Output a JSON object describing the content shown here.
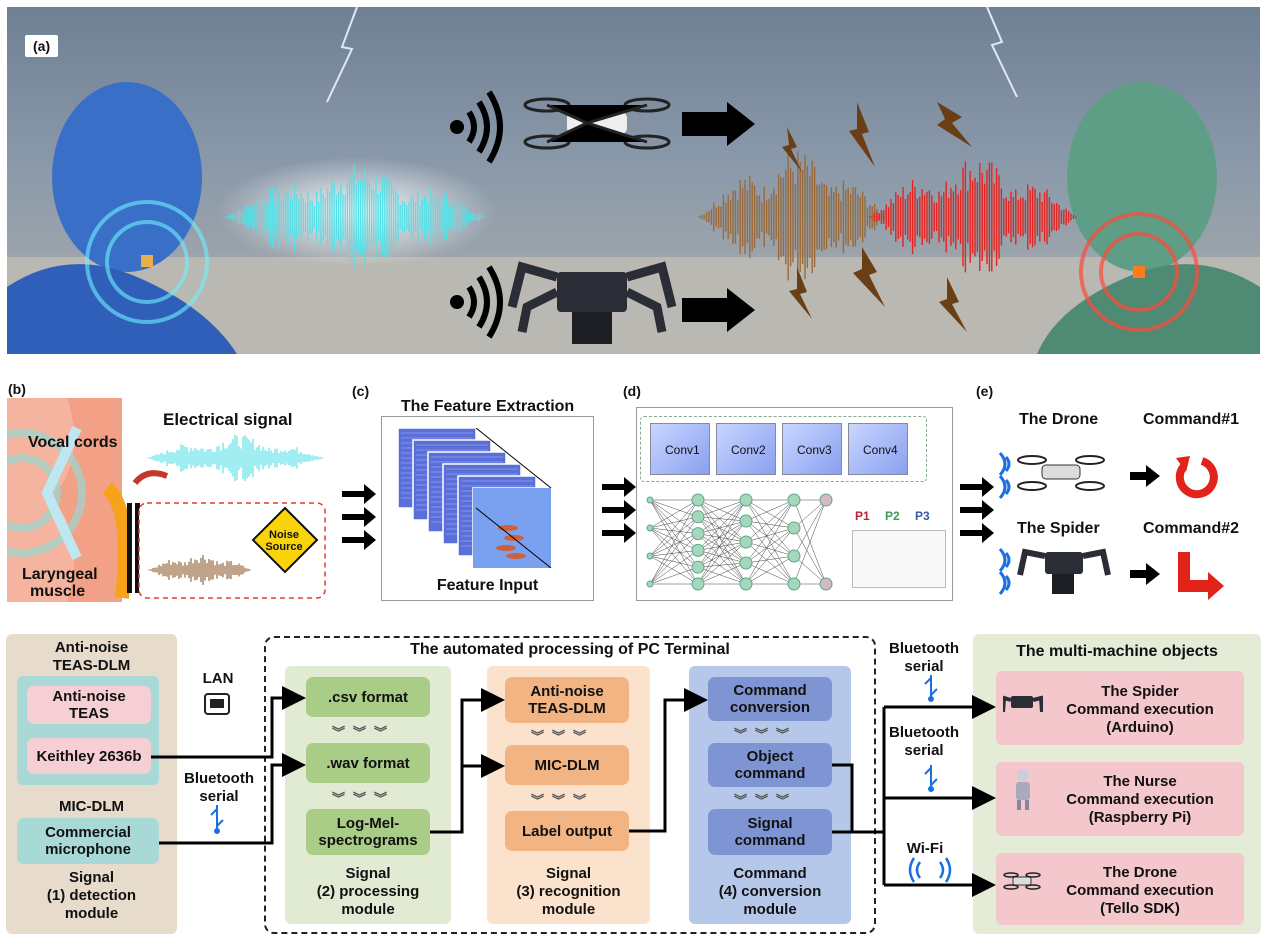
{
  "panel_a": {
    "tag": "(a)"
  },
  "panel_b": {
    "tag": "(b)",
    "title": "Electrical signal",
    "vocal": "Vocal cords",
    "muscle_1": "Laryngeal",
    "muscle_2": "muscle",
    "noise_1": "Noise",
    "noise_2": "Source"
  },
  "panel_c": {
    "tag": "(c)",
    "title": "The Feature Extraction",
    "caption": "Feature Input"
  },
  "panel_d": {
    "tag": "(d)",
    "convs": [
      "Conv1",
      "Conv2",
      "Conv3",
      "Conv4"
    ],
    "classes": [
      "P1",
      "P2",
      "P3"
    ]
  },
  "panel_e": {
    "tag": "(e)",
    "drone": "The Drone",
    "spider": "The Spider",
    "cmd1": "Command#1",
    "cmd2": "Command#2"
  },
  "pipeline": {
    "detection": {
      "top_1": "Anti-noise",
      "top_2": "TEAS-DLM",
      "teas_1": "Anti-noise",
      "teas_2": "TEAS",
      "keithley": "Keithley 2636b",
      "mic_title": "MIC-DLM",
      "mic_1": "Commercial",
      "mic_2": "microphone",
      "cap_1": "Signal",
      "cap_2": "(1)  detection",
      "cap_3": "module"
    },
    "lan": "LAN",
    "bt_left_1": "Bluetooth",
    "bt_left_2": "serial",
    "pc_title": "The automated processing of PC Terminal",
    "processing": {
      "csv": ".csv format",
      "wav": ".wav format",
      "lm_1": "Log-Mel-",
      "lm_2": "spectrograms",
      "cap_1": "Signal",
      "cap_2": "(2) processing",
      "cap_3": "module"
    },
    "recognition": {
      "teas_1": "Anti-noise",
      "teas_2": "TEAS-DLM",
      "mic": "MIC-DLM",
      "label": "Label output",
      "cap_1": "Signal",
      "cap_2": "(3) recognition",
      "cap_3": "module"
    },
    "conversion": {
      "cc_1": "Command",
      "cc_2": "conversion",
      "oc_1": "Object",
      "oc_2": "command",
      "sc_1": "Signal",
      "sc_2": "command",
      "cap_1": "Command",
      "cap_2": "(4)  conversion",
      "cap_3": "module"
    },
    "bt1_1": "Bluetooth",
    "bt1_2": "serial",
    "bt2_1": "Bluetooth",
    "bt2_2": "serial",
    "wifi": "Wi-Fi",
    "objects": {
      "title": "The multi-machine objects",
      "items": [
        {
          "name": "The Spider",
          "cmd": "Command execution",
          "sdk": "(Arduino)"
        },
        {
          "name": "The Nurse",
          "cmd": "Command execution",
          "sdk": "(Raspberry Pi)"
        },
        {
          "name": "The Drone",
          "cmd": "Command execution",
          "sdk": "(Tello SDK)"
        }
      ]
    }
  },
  "colors": {
    "detection_bg": "#e7dbcc",
    "teal": "#a8d9d6",
    "pink": "#f6cfd5",
    "green_bg": "#e1ebd4",
    "green": "#a9cc86",
    "orange_bg": "#fbe2cc",
    "orange": "#f2b482",
    "blue_bg": "#b6c8ea",
    "blue": "#7f95d3",
    "objects_bg": "#e4ecd8",
    "obj_item": "#f4c7cc",
    "cyan_wave": "#54e0e6",
    "red_wave": "#e32420",
    "bt_blue": "#1a6fe0"
  }
}
